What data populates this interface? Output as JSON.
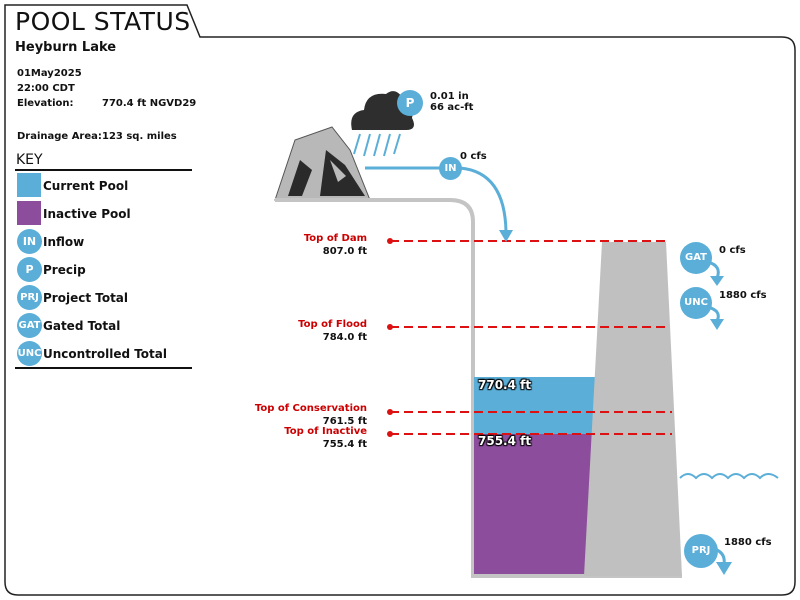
{
  "header": {
    "title": "POOL STATUS",
    "subtitle": "Heyburn Lake"
  },
  "info": {
    "date": "01May2025",
    "time": "22:00 CDT",
    "elevation_label": "Elevation:",
    "elevation_value": "770.4 ft NGVD29",
    "drainage_label": "Drainage Area:",
    "drainage_value": "123 sq. miles"
  },
  "key": {
    "title": "KEY",
    "items": [
      {
        "label": "Current Pool",
        "kind": "swatch",
        "color": "#5aaed8"
      },
      {
        "label": "Inactive Pool",
        "kind": "swatch",
        "color": "#8b4d9c"
      },
      {
        "label": "Inflow",
        "kind": "badge",
        "abbr": "IN"
      },
      {
        "label": "Precip",
        "kind": "badge",
        "abbr": "P"
      },
      {
        "label": "Project Total",
        "kind": "badge",
        "abbr": "PRJ"
      },
      {
        "label": "Gated Total",
        "kind": "badge",
        "abbr": "GAT"
      },
      {
        "label": "Uncontrolled Total",
        "kind": "badge",
        "abbr": "UNC"
      }
    ]
  },
  "precip": {
    "abbr": "P",
    "inches": "0.01 in",
    "acft": "66 ac-ft"
  },
  "inflow": {
    "abbr": "IN",
    "value": "0 cfs"
  },
  "gated": {
    "abbr": "GAT",
    "value": "0 cfs"
  },
  "uncontrolled": {
    "abbr": "UNC",
    "value": "1880 cfs"
  },
  "project": {
    "abbr": "PRJ",
    "value": "1880 cfs"
  },
  "levels": {
    "dam": {
      "name": "Top of Dam",
      "value": "807.0 ft"
    },
    "flood": {
      "name": "Top of Flood",
      "value": "784.0 ft"
    },
    "conservation": {
      "name": "Top of Conservation",
      "value": "761.5 ft"
    },
    "inactive": {
      "name": "Top of Inactive",
      "value": "755.4 ft"
    }
  },
  "pool": {
    "current_label": "770.4 ft",
    "inactive_label": "755.4 ft"
  },
  "colors": {
    "current_pool": "#5aaed8",
    "inactive_pool": "#8b4d9c",
    "level_line": "#dd1111",
    "dam": "#bdbdbd"
  }
}
